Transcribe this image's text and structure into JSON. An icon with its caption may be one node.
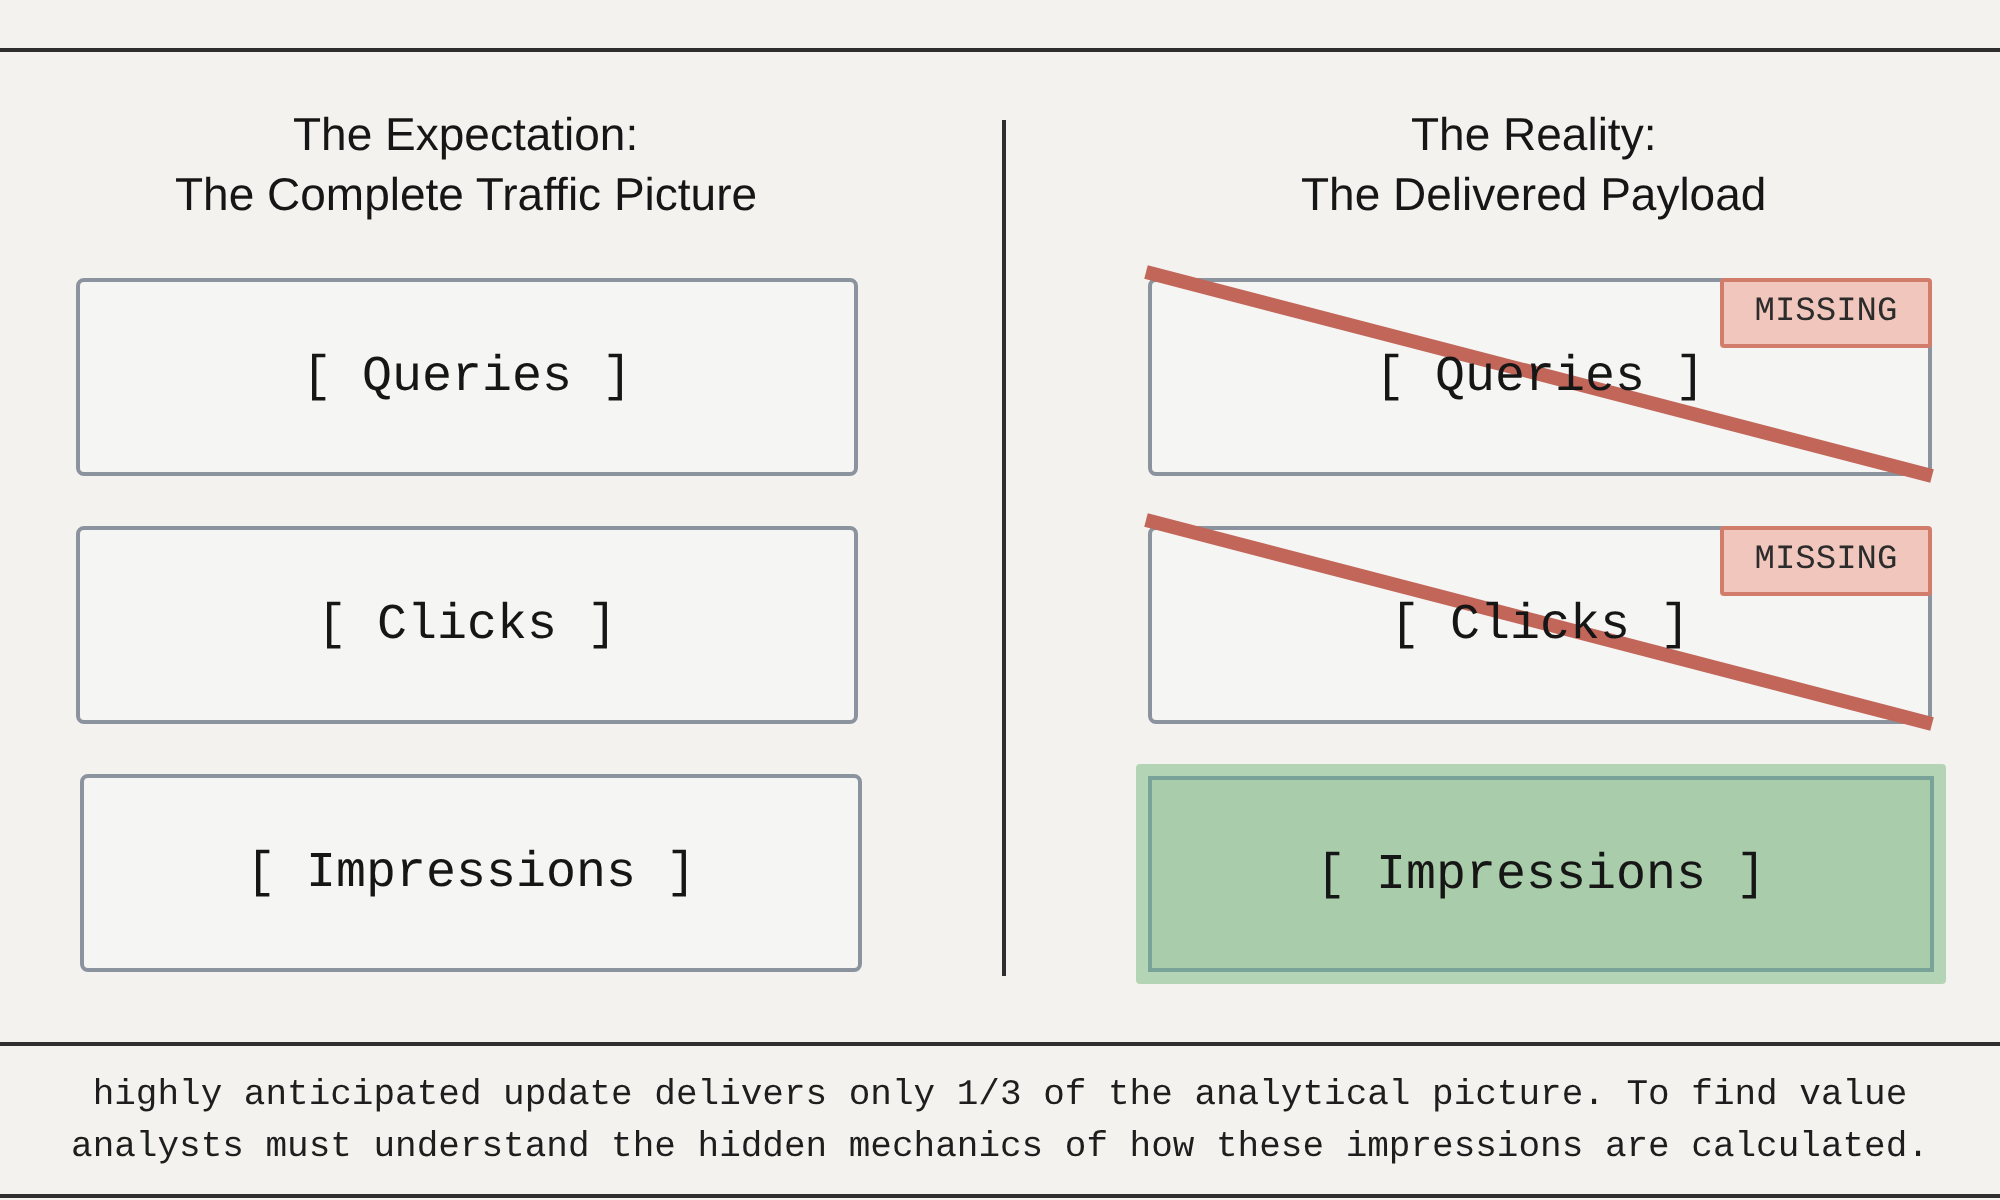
{
  "diagram": {
    "caption": "highly anticipated update delivers only 1/3 of the analytical picture. To find value analysts must understand the hidden mechanics of how these impressions are calculated.",
    "nodes": [
      {
        "text": [
          "[ Queries ]"
        ]
      },
      {
        "text": [
          "[ Clicks ]"
        ]
      },
      {
        "text": [
          "[ Impressions ]"
        ]
      },
      {
        "text": [
          "[ Queries ]"
        ]
      },
      {
        "text": [
          "MISSING"
        ],
        "in": 3
      },
      {
        "text": [
          "[ Clicks ]"
        ]
      },
      {
        "text": [
          "MISSING"
        ],
        "in": 5
      },
      {
        "text": [
          "[ Impressions ]"
        ]
      }
    ],
    "labels": [
      "The Expectation:",
      "The Complete Traffic Picture",
      "The Reality:",
      "The Delivered Payload"
    ]
  }
}
